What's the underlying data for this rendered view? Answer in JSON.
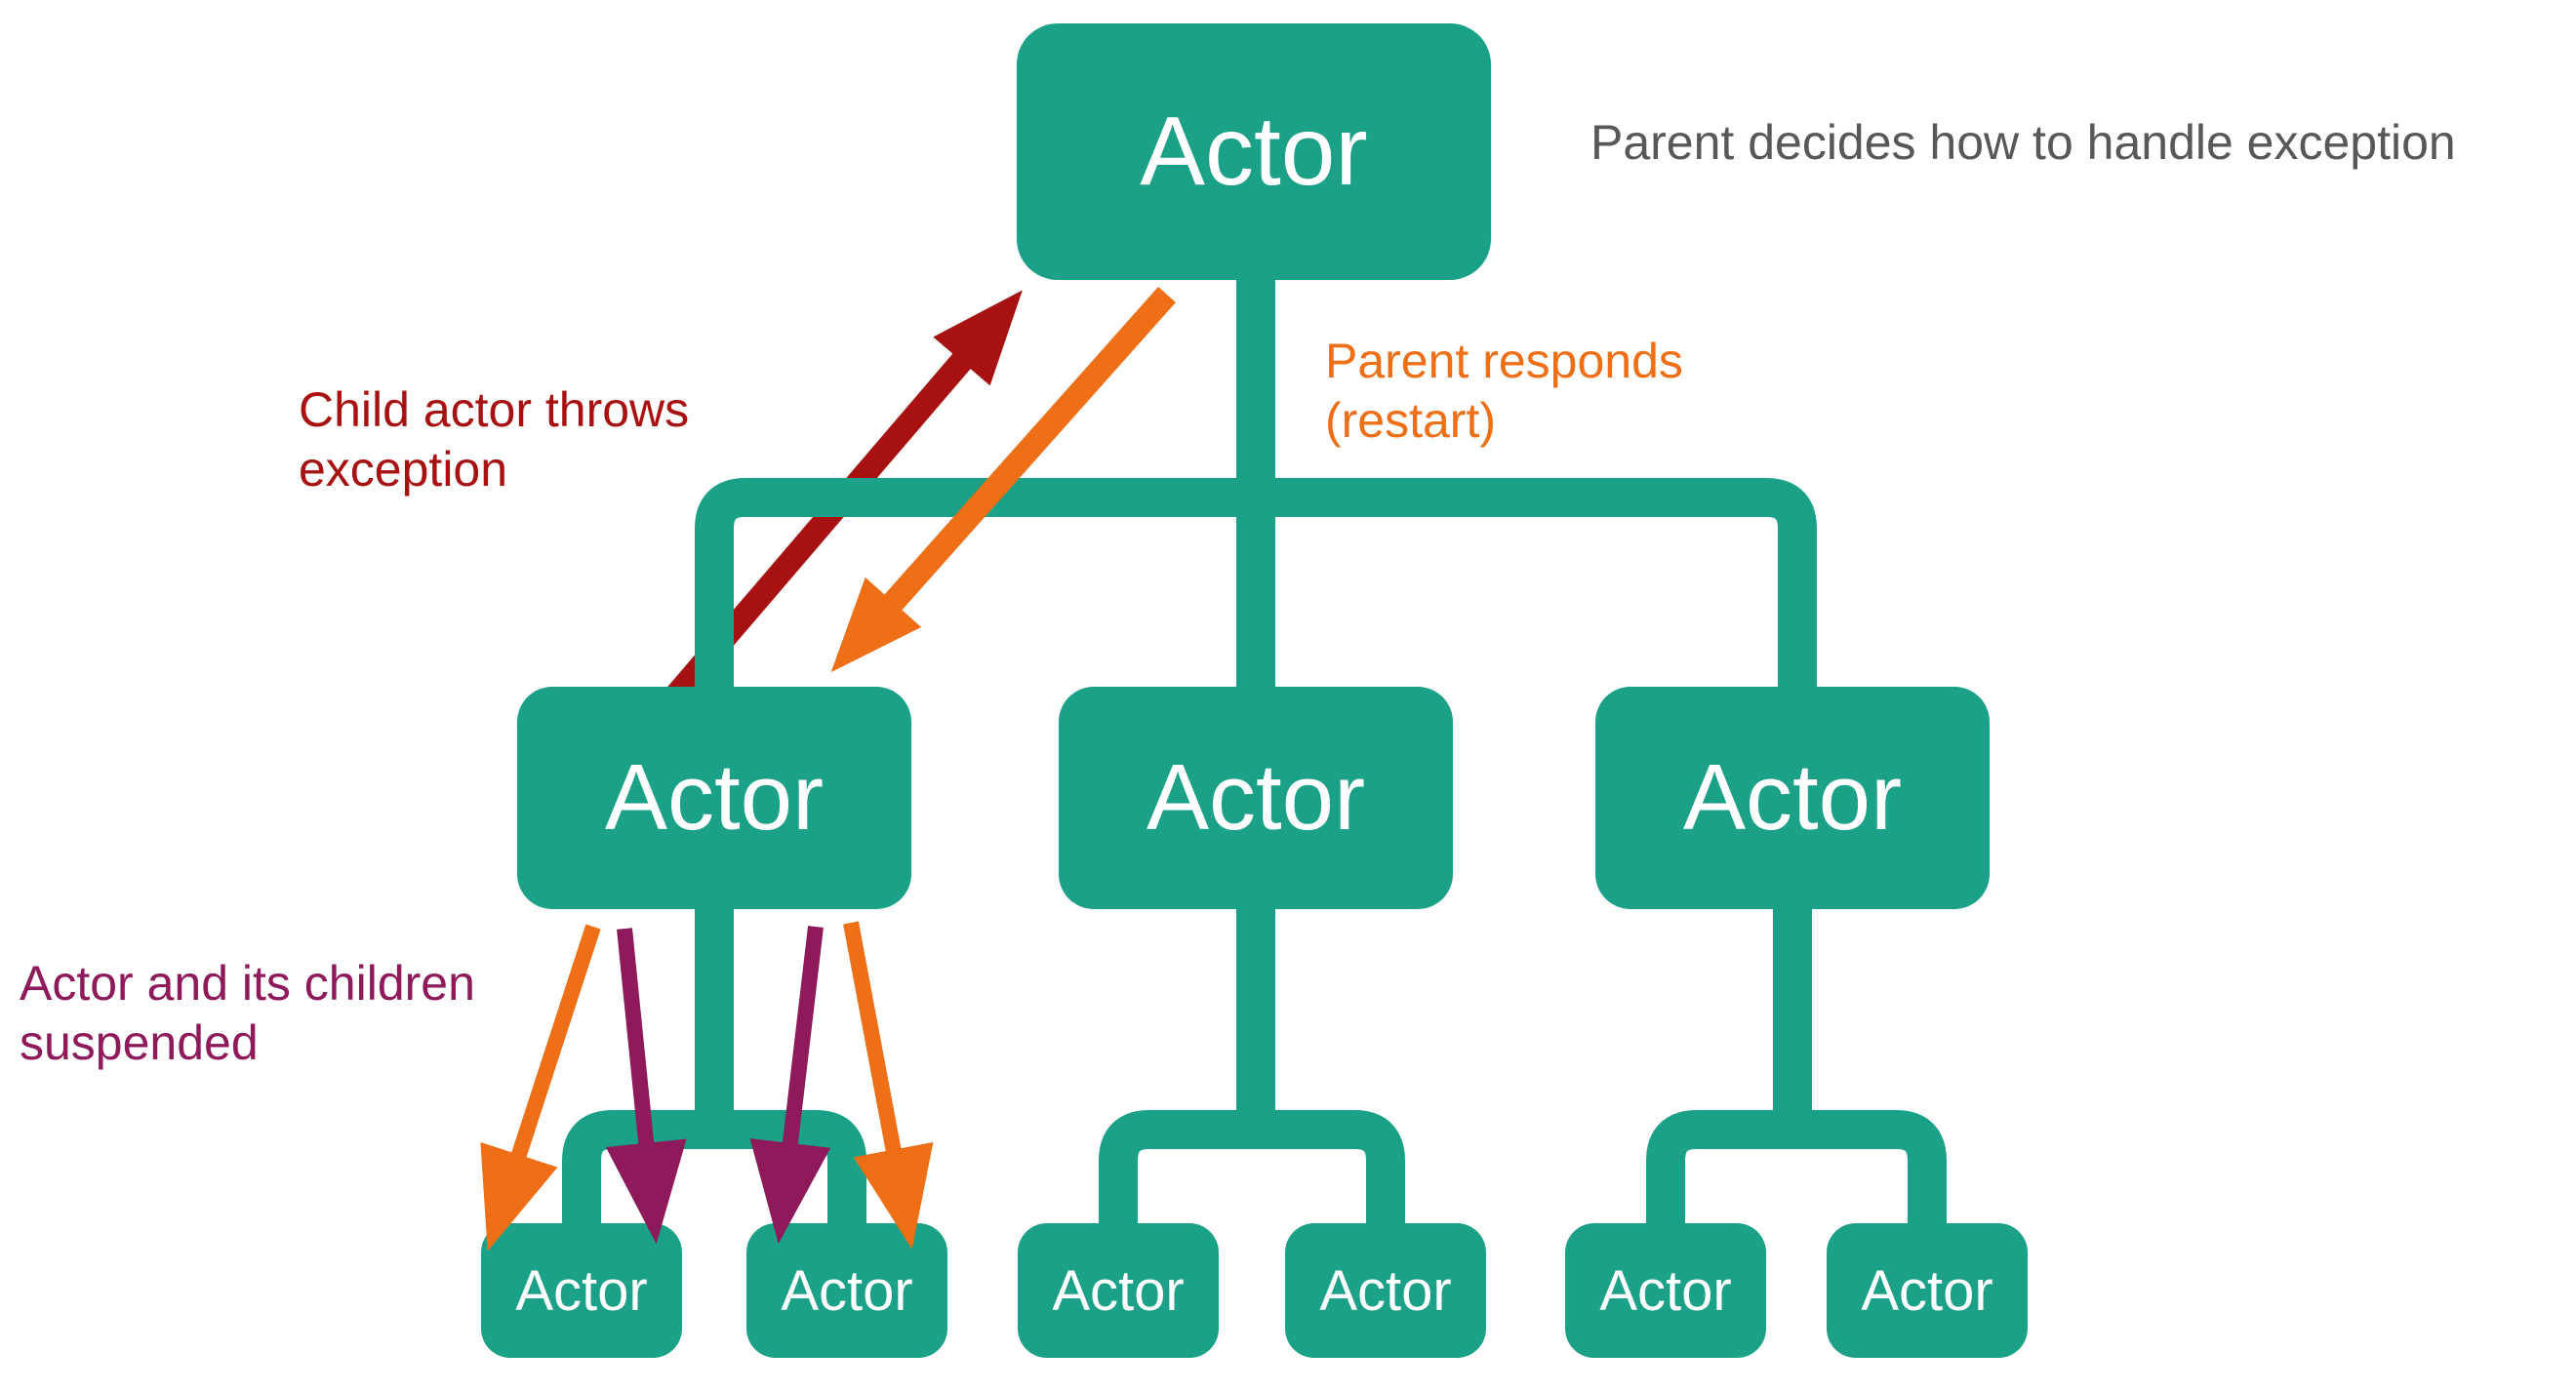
{
  "colors": {
    "background": "#ffffff",
    "node_teal": "#1aa187",
    "node_text": "#ffffff",
    "arrow_red": "#a81111",
    "arrow_orange": "#ee6f15",
    "arrow_purple": "#8e1a5b",
    "text_gray": "#58585a"
  },
  "nodes": {
    "root": {
      "label": "Actor"
    },
    "middle": [
      {
        "label": "Actor"
      },
      {
        "label": "Actor"
      },
      {
        "label": "Actor"
      }
    ],
    "leaves": [
      {
        "label": "Actor"
      },
      {
        "label": "Actor"
      },
      {
        "label": "Actor"
      },
      {
        "label": "Actor"
      },
      {
        "label": "Actor"
      },
      {
        "label": "Actor"
      }
    ]
  },
  "annotations": {
    "parent_decides": {
      "text": "Parent decides how to handle exception"
    },
    "child_throws": {
      "text": "Child actor throws\nexception"
    },
    "parent_responds": {
      "text": "Parent responds\n(restart)"
    },
    "suspended": {
      "text": "Actor and its children\nsuspended"
    }
  }
}
